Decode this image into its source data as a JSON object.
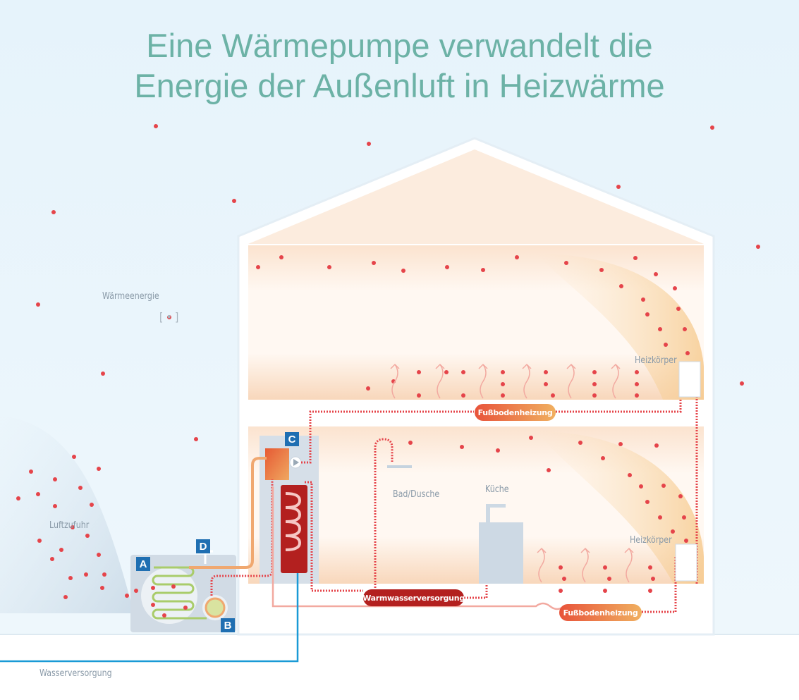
{
  "title": {
    "line1": "Eine Wärmepumpe verwandelt die",
    "line2": "Energie der Außenluft in Heizwärme"
  },
  "legend": {
    "label": "Wärmeenergie",
    "symbol": "[ • ]"
  },
  "labels": {
    "air_intake": "Luftzufuhr",
    "water_supply": "Wasserversorgung",
    "radiator_upper": "Heizkörper",
    "radiator_lower": "Heizkörper",
    "bathroom": "Bad/Dusche",
    "kitchen": "Küche"
  },
  "pills": {
    "floor_heating_upper": "Fußbodenheizung",
    "hot_water": "Warmwasserversorgung",
    "floor_heating_lower": "Fußbodenheizung"
  },
  "badges": {
    "a": "A",
    "b": "B",
    "c": "C",
    "d": "D"
  },
  "colors": {
    "title": "#6cb2a6",
    "heat_dot": "#e5444a",
    "badge": "#1f6fb2",
    "water": "#1a9ad6",
    "hot_water": "#b3201f"
  }
}
